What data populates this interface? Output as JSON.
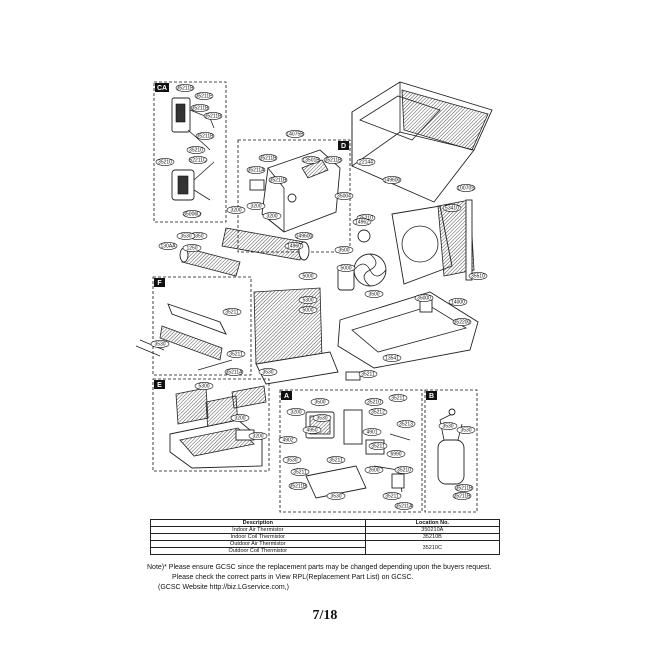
{
  "panels": {
    "ca": "CA",
    "d": "D",
    "f": "F",
    "e": "E",
    "a": "A",
    "b": "B"
  },
  "callouts": {
    "ca": [
      "35211B",
      "35211E",
      "35211B",
      "35211B",
      "35211B",
      "35210",
      "35210",
      "52211C",
      "35006D"
    ],
    "main": [
      "14075B",
      "13501B",
      "35211B",
      "35211B",
      "35211A",
      "35211B",
      "3200",
      "3200",
      "3200",
      "1350",
      "149600",
      "14960",
      "1250",
      "3500",
      "5000",
      "5300",
      "5000"
    ],
    "right": [
      "10070S",
      "22144",
      "149600",
      "35210",
      "35004",
      "14962",
      "53410",
      "35510",
      "5000",
      "3500",
      "35000",
      "14000",
      "352200",
      "13541",
      "35211"
    ],
    "left": [
      "3530",
      "130AA",
      "35211",
      "3530",
      "35211",
      "35211A",
      "3530"
    ],
    "e": [
      "5300",
      "3200",
      "3200"
    ],
    "a": [
      "3500",
      "3200",
      "3530",
      "35210",
      "35211",
      "35212",
      "35213",
      "4950",
      "4901",
      "4902",
      "35211",
      "6990",
      "3530",
      "35211",
      "35211",
      "2600",
      "35210",
      "35211B",
      "3530",
      "35211",
      "35211A"
    ],
    "b": [
      "3530",
      "3530",
      "35211B",
      "35211B"
    ]
  },
  "table": {
    "headers": [
      "Description",
      "Location No."
    ],
    "rows": [
      [
        "Indoor Air Thermistor",
        "350210A"
      ],
      [
        "Indoor Coil Thermistor",
        "35210B"
      ],
      [
        "Outdoor Air Thermistor",
        "35210C"
      ],
      [
        "Outdoor Coil Thermistor",
        ""
      ]
    ]
  },
  "notes": {
    "line1": "Note)* Please ensure GCSC since the replacement parts may be changed depending upon the buyers request.",
    "line2": "Please check  the correct parts in View RPL(Replacement Part List) on GCSC.",
    "line3": "(GCSC Website  http://biz.LGservice.com,)"
  },
  "page_number": "7/18"
}
